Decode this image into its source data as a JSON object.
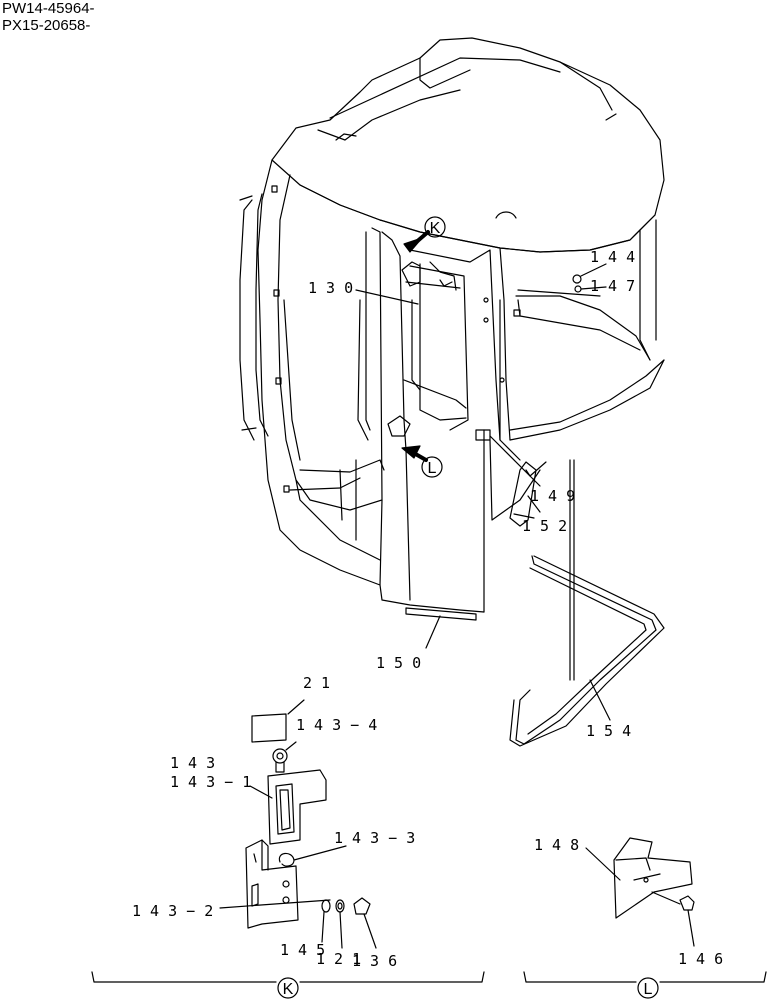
{
  "header": {
    "line1": "PW14-45964-",
    "line2": "PX15-20658-"
  },
  "callouts": {
    "p130": "1 3 0",
    "p144": "1 4 4",
    "p147": "1 4 7",
    "p149": "1 4 9",
    "p152": "1 5 2",
    "p150": "1 5 0",
    "p154": "1 5 4",
    "p21": "2 1",
    "p143_4": "1 4 3 − 4",
    "p143": "1 4 3",
    "p143_1": "1 4 3 − 1",
    "p143_3": "1 4 3 − 3",
    "p143_2": "1 4 3 − 2",
    "p145": "1 4 5",
    "p121": "1 2 1",
    "p136": "1 3 6",
    "p148": "1 4 8",
    "p146": "1 4 6"
  },
  "detail_markers": {
    "k": "K",
    "l": "L"
  }
}
